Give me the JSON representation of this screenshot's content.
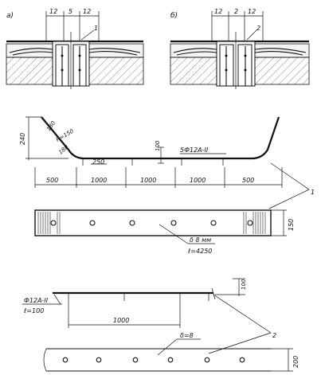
{
  "detail_a": {
    "label": "а)",
    "dims": [
      "12",
      "5",
      "12"
    ],
    "callout": "1"
  },
  "detail_b": {
    "label": "б)",
    "dims": [
      "12",
      "2",
      "12"
    ],
    "callout": "2"
  },
  "bent_plate": {
    "height": "240",
    "angle_top": "180",
    "radius": "R=150",
    "angle_bottom": "180",
    "step": "100",
    "rebar": "5Ф12А-II",
    "seg_250": "250",
    "spans": [
      "500",
      "1000",
      "1000",
      "1000",
      "500"
    ],
    "callout": "1"
  },
  "plate_plan": {
    "thickness": "δ 8 мм",
    "length": "ℓ=4250",
    "width": "150"
  },
  "rebar_strip": {
    "rebar": "Ф12А-II",
    "length": "ℓ=100",
    "height": "100",
    "span": "1000",
    "callout": "2"
  },
  "strip_plan": {
    "thickness": "δ=8",
    "width": "200"
  }
}
